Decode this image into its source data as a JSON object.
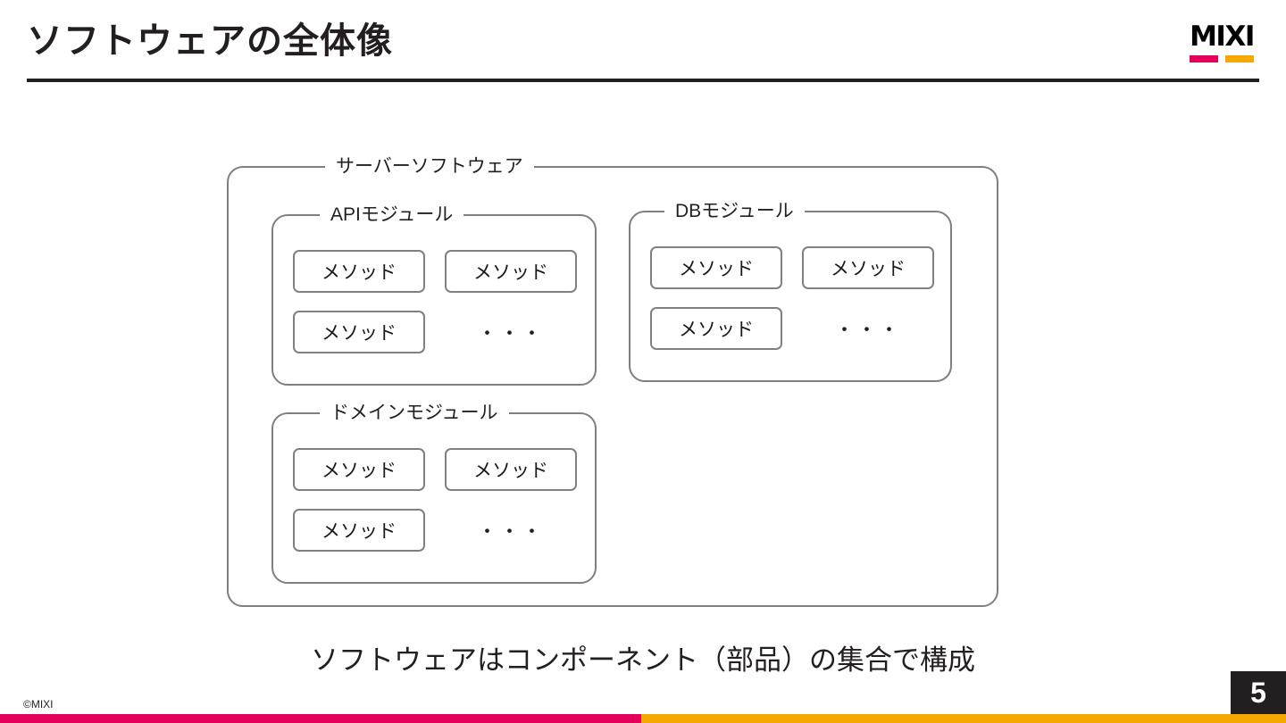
{
  "header": {
    "title": "ソフトウェアの全体像",
    "logo": {
      "wordmark": "MIXI",
      "bar_left_color": "#e4005a",
      "bar_right_color": "#f5a800"
    }
  },
  "diagram": {
    "outer": {
      "label": "サーバーソフトウェア"
    },
    "modules": [
      {
        "id": "api-module",
        "label": "APIモジュール",
        "methods": [
          "メソッド",
          "メソッド",
          "メソッド"
        ],
        "ellipsis": "・・・"
      },
      {
        "id": "db-module",
        "label": "DBモジュール",
        "methods": [
          "メソッド",
          "メソッド",
          "メソッド"
        ],
        "ellipsis": "・・・"
      },
      {
        "id": "domain-module",
        "label": "ドメインモジュール",
        "methods": [
          "メソッド",
          "メソッド",
          "メソッド"
        ],
        "ellipsis": "・・・"
      }
    ],
    "border_color": "#7f7f7f"
  },
  "caption": "ソフトウェアはコンポーネント（部品）の集合で構成",
  "footer": {
    "copyright": "©MIXI",
    "page_number": "5",
    "bar_left_color": "#e4005a",
    "bar_right_color": "#f5a800",
    "badge_color": "#231f20"
  }
}
